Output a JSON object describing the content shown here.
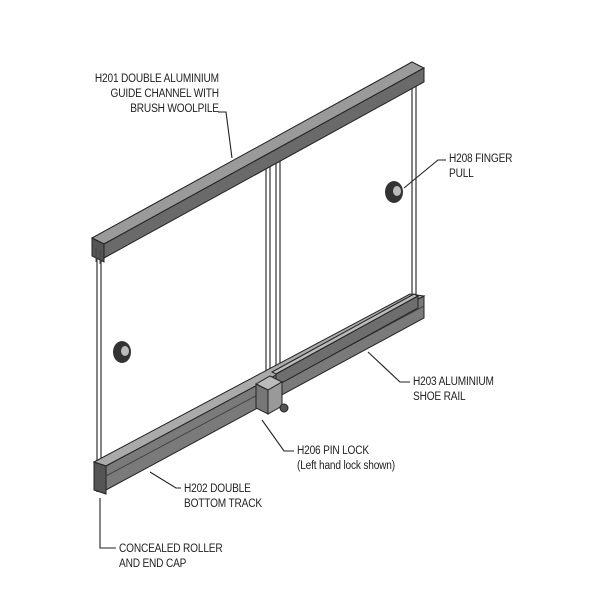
{
  "labels": {
    "guide_channel": {
      "code": "H201",
      "lines": [
        "H201 DOUBLE ALUMINIUM",
        "GUIDE CHANNEL WITH",
        "BRUSH WOOLPILE"
      ]
    },
    "finger_pull": {
      "code": "H208",
      "lines": [
        "H208 FINGER",
        "PULL"
      ]
    },
    "shoe_rail": {
      "code": "H203",
      "lines": [
        "H203 ALUMINIUM",
        "SHOE RAIL"
      ]
    },
    "pin_lock": {
      "code": "H206",
      "lines": [
        "H206 PIN LOCK",
        "(Left hand lock shown)"
      ]
    },
    "bottom_track": {
      "code": "H202",
      "lines": [
        "H202 DOUBLE",
        "BOTTOM TRACK"
      ]
    },
    "roller": {
      "lines": [
        "CONCEALED ROLLER",
        "AND END CAP"
      ]
    }
  },
  "colors": {
    "metal_dark": "#5a5a5a",
    "metal_mid": "#8a8a8a",
    "metal_light": "#b5b5b5",
    "line": "#222222"
  }
}
